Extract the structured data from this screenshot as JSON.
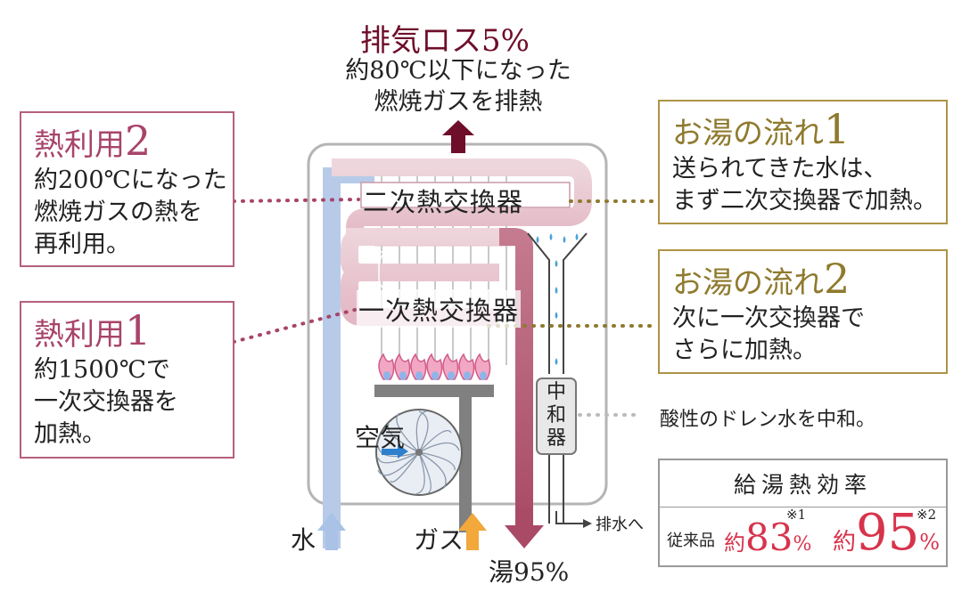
{
  "exhaust": {
    "title": "排気ロス5%",
    "line1": "約80℃以下になった",
    "line2": "燃焼ガスを排熱"
  },
  "heat_use_2": {
    "title_text": "熱利用",
    "title_num": "2",
    "lines": [
      "約200℃になった",
      "燃焼ガスの熱を",
      "再利用。"
    ]
  },
  "heat_use_1": {
    "title_text": "熱利用",
    "title_num": "1",
    "lines": [
      "約1500℃で",
      "一次交換器を",
      "加熱。"
    ]
  },
  "flow_1": {
    "title_text": "お湯の流れ",
    "title_num": "1",
    "lines": [
      "送られてきた水は、",
      "まず二次交換器で加熱。"
    ]
  },
  "flow_2": {
    "title_text": "お湯の流れ",
    "title_num": "2",
    "lines": [
      "次に一次交換器で",
      "さらに加熱。"
    ]
  },
  "secondary_exchanger": "二次熱交換器",
  "primary_exchanger": "一次熱交換器",
  "neutralizer": [
    "中",
    "和",
    "器"
  ],
  "neutralizer_note": "酸性のドレン水を中和。",
  "air_label": "空気",
  "inputs": {
    "water": "水",
    "gas": "ガス",
    "hot_water": "湯95%",
    "drain": "排水へ"
  },
  "efficiency": {
    "title": "給湯熱効率",
    "conventional_label": "従来品",
    "prefix": "約",
    "old_value": "83",
    "old_unit": "%",
    "old_note": "※1",
    "new_value": "95",
    "new_unit": "%",
    "new_note": "※2"
  },
  "colors": {
    "exhaust_red": "#6e0e2a",
    "heat_pink": "#a8446a",
    "gold": "#8f7a2e",
    "water_blue": "#a9c2e6",
    "hot_red": "#b85a73",
    "gas_orange": "#f2a83a",
    "efficiency_red": "#d8334c"
  }
}
